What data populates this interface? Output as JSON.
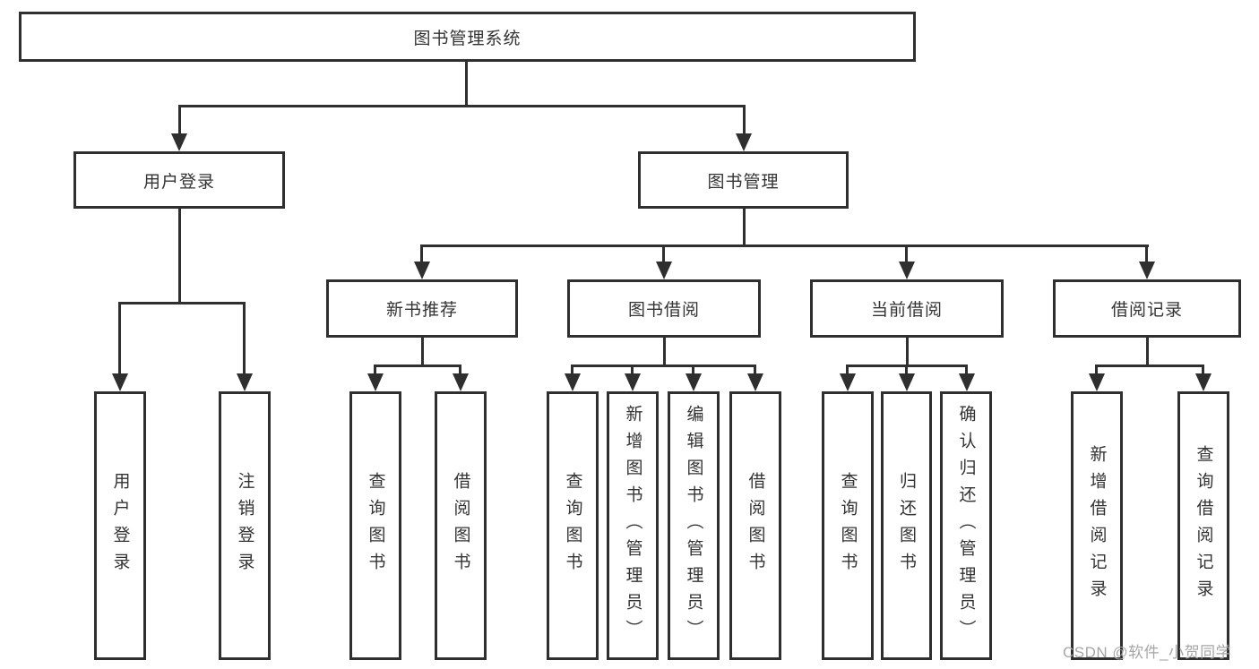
{
  "tree": {
    "root": {
      "label": "图书管理系统"
    },
    "branches": [
      {
        "label": "用户登录",
        "children": [
          {
            "label": "用户登录"
          },
          {
            "label": "注销登录"
          }
        ]
      },
      {
        "label": "图书管理",
        "children": [
          {
            "label": "新书推荐",
            "children": [
              {
                "label": "查询图书"
              },
              {
                "label": "借阅图书"
              }
            ]
          },
          {
            "label": "图书借阅",
            "children": [
              {
                "label": "查询图书"
              },
              {
                "label": "新增图书（管理员）"
              },
              {
                "label": "编辑图书（管理员）"
              },
              {
                "label": "借阅图书"
              }
            ]
          },
          {
            "label": "当前借阅",
            "children": [
              {
                "label": "查询图书"
              },
              {
                "label": "归还图书"
              },
              {
                "label": "确认归还（管理员）"
              }
            ]
          },
          {
            "label": "借阅记录",
            "children": [
              {
                "label": "新增借阅记录"
              },
              {
                "label": "查询借阅记录"
              }
            ]
          }
        ]
      }
    ]
  },
  "watermark": {
    "text": "CSDN @软件_小贺同学"
  },
  "colors": {
    "line": "#2f2f2f",
    "box_border": "#2f2f2f",
    "text": "#333333",
    "background": "#ffffff",
    "watermark": "#a6a6a6"
  }
}
